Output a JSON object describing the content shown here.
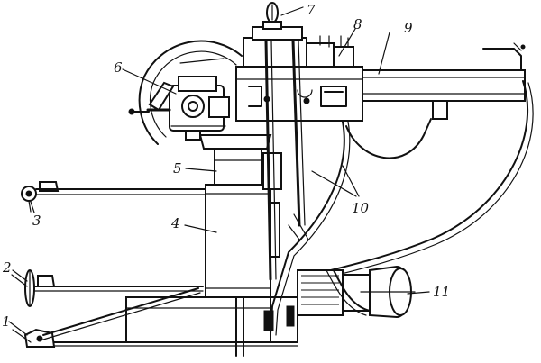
{
  "diagram": {
    "callouts": [
      {
        "id": "c1",
        "text": "1"
      },
      {
        "id": "c2",
        "text": "2"
      },
      {
        "id": "c3",
        "text": "3"
      },
      {
        "id": "c4",
        "text": "4"
      },
      {
        "id": "c5",
        "text": "5"
      },
      {
        "id": "c6",
        "text": "6"
      },
      {
        "id": "c7",
        "text": "7"
      },
      {
        "id": "c8",
        "text": "8"
      },
      {
        "id": "c9",
        "text": "9"
      },
      {
        "id": "c10",
        "text": "10"
      },
      {
        "id": "c11",
        "text": "11"
      }
    ],
    "colors": {
      "ink": "#111111",
      "paper": "#ffffff"
    }
  }
}
